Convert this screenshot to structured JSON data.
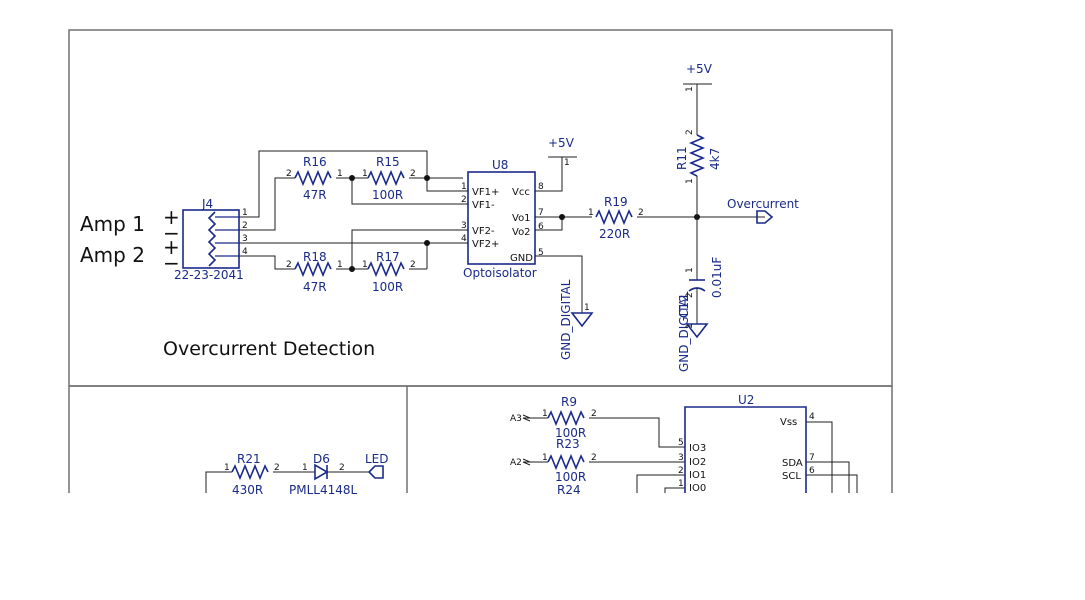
{
  "section_title": "Overcurrent Detection",
  "inputs": {
    "amp1": "Amp 1",
    "amp2": "Amp 2",
    "sign_plus": "+",
    "sign_minus": "−"
  },
  "connector": {
    "ref": "J4",
    "value": "22-23-2041",
    "pins": [
      "1",
      "2",
      "3",
      "4"
    ]
  },
  "optoisolator": {
    "ref": "U8",
    "name": "Optoisolator",
    "left_pins": [
      {
        "num": "1",
        "name": "VF1+"
      },
      {
        "num": "2",
        "name": "VF1-"
      },
      {
        "num": "3",
        "name": "VF2-"
      },
      {
        "num": "4",
        "name": "VF2+"
      }
    ],
    "right_pins": [
      {
        "num": "8",
        "name": "Vcc"
      },
      {
        "num": "7",
        "name": "Vo1"
      },
      {
        "num": "6",
        "name": "Vo2"
      },
      {
        "num": "5",
        "name": "GND"
      }
    ]
  },
  "resistors": {
    "r16": {
      "ref": "R16",
      "value": "47R"
    },
    "r15": {
      "ref": "R15",
      "value": "100R"
    },
    "r18": {
      "ref": "R18",
      "value": "47R"
    },
    "r17": {
      "ref": "R17",
      "value": "100R"
    },
    "r19": {
      "ref": "R19",
      "value": "220R"
    },
    "r11": {
      "ref": "R11",
      "value": "4k7"
    },
    "r9": {
      "ref": "R9",
      "value": "100R"
    },
    "r23": {
      "ref": "R23",
      "value": "100R"
    },
    "r24": {
      "ref": "R24",
      "value": ""
    },
    "r21": {
      "ref": "R21",
      "value": "430R"
    }
  },
  "pin_numbers": {
    "one": "1",
    "two": "2",
    "three": "3",
    "four": "4",
    "five": "5",
    "six": "6",
    "seven": "7"
  },
  "capacitor": {
    "ref": "C12",
    "value": "0.01uF"
  },
  "nets": {
    "vcc_label": "+5V",
    "gnd_digital": "GND_DIGITAL",
    "overcurrent": "Overcurrent",
    "led": "LED",
    "a3": "A3",
    "a2": "A2"
  },
  "diode": {
    "ref": "D6",
    "value": "PMLL4148L"
  },
  "u2": {
    "ref": "U2",
    "left_pins": [
      {
        "num": "5",
        "name": "IO3"
      },
      {
        "num": "3",
        "name": "IO2"
      },
      {
        "num": "2",
        "name": "IO1"
      },
      {
        "num": "1",
        "name": "IO0"
      }
    ],
    "right_pins": [
      {
        "num": "4",
        "name": "Vss"
      },
      {
        "num": "7",
        "name": "SDA"
      },
      {
        "num": "6",
        "name": "SCL"
      }
    ]
  }
}
